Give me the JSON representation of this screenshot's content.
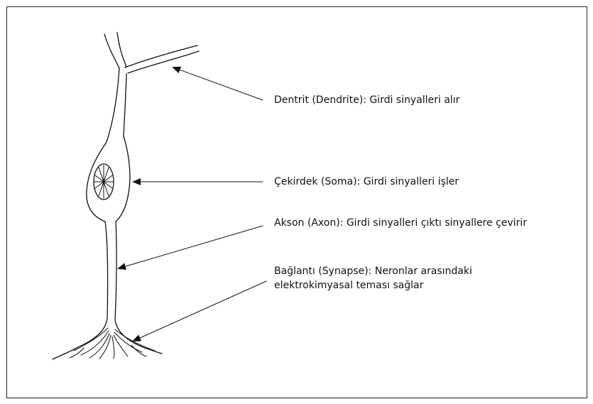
{
  "diagram": {
    "labels": {
      "dendrite": "Dentrit (Dendrite): Girdi sinyalleri alır",
      "soma": "Çekirdek (Soma): Girdi sinyalleri işler",
      "axon": "Akson (Axon): Girdi sinyalleri çıktı sinyallere çevirir",
      "synapse_line1": "Bağlantı (Synapse):  Neronlar arasındaki",
      "synapse_line2": "elektrokimyasal teması sağlar"
    }
  }
}
